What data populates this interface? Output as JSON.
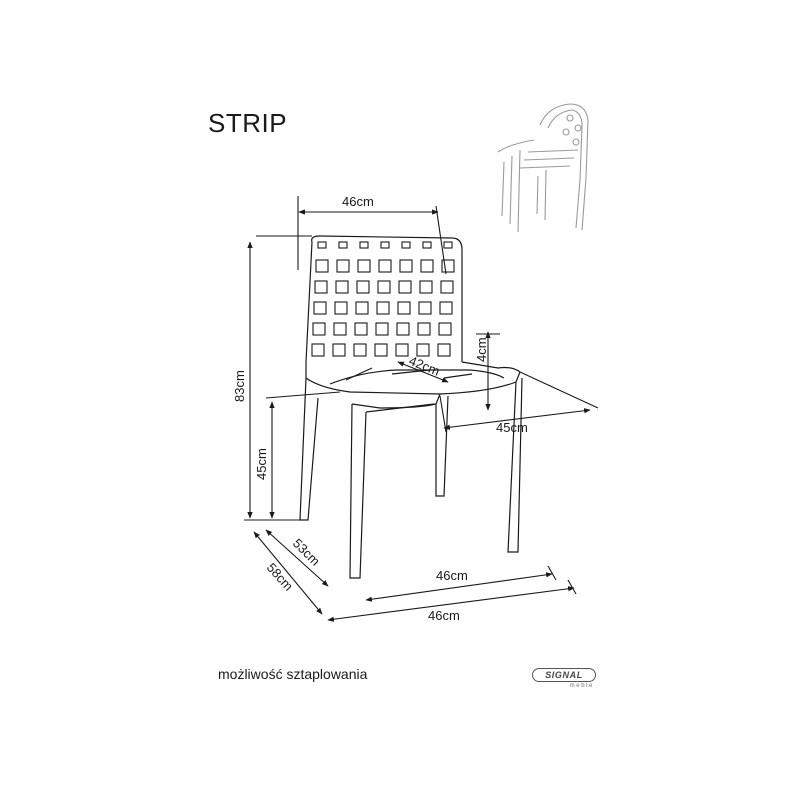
{
  "title": "STRIP",
  "caption": "możliwość sztaplowania",
  "brand": {
    "name": "SIGNAL",
    "sub": "meble"
  },
  "dimensions": {
    "backrest_width": "46cm",
    "total_height": "83cm",
    "seat_height": "45cm",
    "armrest_height": "4cm",
    "seat_depth": "42cm",
    "seat_width": "45cm",
    "leg_depth": "53cm",
    "total_depth": "58cm",
    "leg_width": "46cm",
    "total_width": "46cm"
  },
  "icons": {
    "main": "chair-drawing-icon",
    "stack": "stacked-chairs-icon"
  },
  "colors": {
    "line": "#1a1a1a",
    "sketch": "#9a9a9a"
  }
}
